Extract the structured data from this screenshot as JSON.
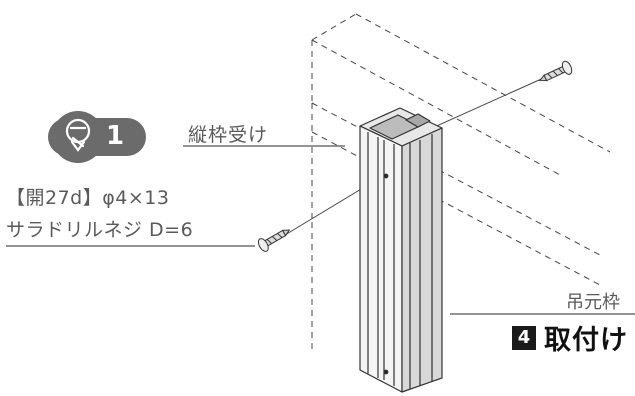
{
  "labels": {
    "vertical_frame_receiver": "縦枠受け",
    "screw_spec_line1": "【開27d】φ4×13",
    "screw_spec_line2": "サラドリルネジ D=6",
    "hanging_frame": "吊元枠"
  },
  "step": {
    "number": "4",
    "title": "取付け"
  },
  "badge": {
    "count": "1",
    "icon": "screw-icon"
  },
  "colors": {
    "line": "#555555",
    "badge": "#6b6b6b",
    "profile": "#c8c8c8"
  }
}
